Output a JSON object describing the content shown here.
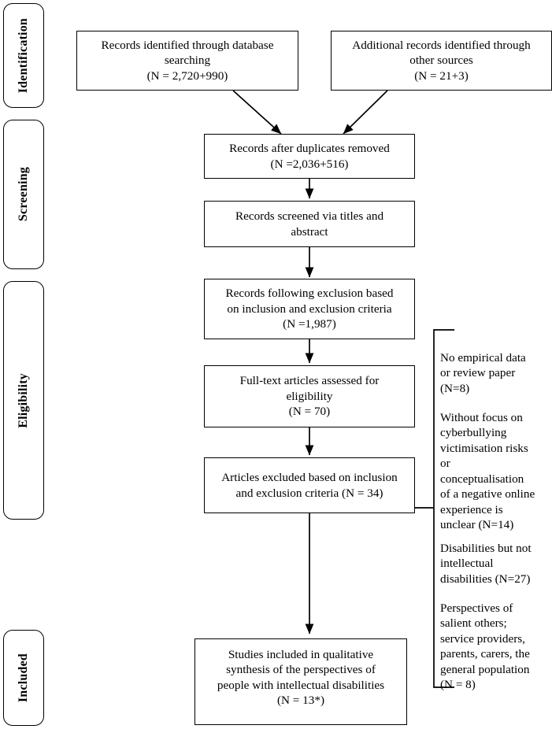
{
  "diagram": {
    "title": "PRISMA flow diagram",
    "type": "flowchart",
    "stroke_color": "#000000",
    "background_color": "#ffffff"
  },
  "stages": [
    {
      "id": "identification",
      "label": "Identification"
    },
    {
      "id": "screening",
      "label": "Screening"
    },
    {
      "id": "eligibility",
      "label": "Eligibility"
    },
    {
      "id": "included",
      "label": "Included"
    }
  ],
  "nodes": {
    "records_database": {
      "text": "Records identified through database\nsearching\n(N = 2,720+990)",
      "count_label": "(N = 2,720+990)"
    },
    "records_other": {
      "text": "Additional records identified through\nother sources\n(N = 21+3)",
      "count_label": "(N = 21+3)"
    },
    "duplicates_removed": {
      "text": "Records after duplicates removed\n(N =2,036+516)",
      "count_label": "(N =2,036+516)"
    },
    "records_screened": {
      "text": "Records screened via titles and\nabstract",
      "count_label": ""
    },
    "records_following_exclusion": {
      "text": "Records following exclusion based\non inclusion and exclusion criteria\n(N =1,987)",
      "count_label": "(N =1,987)"
    },
    "fulltext_assessed": {
      "text": "Full-text articles assessed for\neligibility\n(N = 70)",
      "count_label": "(N = 70)"
    },
    "articles_excluded": {
      "text": "Articles excluded based on inclusion\nand exclusion criteria (N = 34)",
      "count_label": "(N = 34)"
    },
    "studies_included": {
      "text": "Studies included in qualitative\nsynthesis of the perspectives of\npeople with intellectual disabilities\n(N = 13*)",
      "count_label": "(N = 13*)"
    }
  },
  "exclusion_reasons": [
    {
      "id": "reason-no-empirical-data",
      "text": "No empirical data\nor review paper\n(N=8)",
      "count": 8
    },
    {
      "id": "reason-without-focus",
      "text": "Without focus on\ncyberbullying\nvictimisation risks\nor\nconceptualisation\nof a negative online\nexperience is\nunclear  (N=14)",
      "count": 14
    },
    {
      "id": "reason-disabilities-not-intellectual",
      "text": "Disabilities but not\nintellectual\ndisabilities (N=27)",
      "count": 27
    },
    {
      "id": "reason-salient-others",
      "text": "Perspectives of\nsalient others;\nservice providers,\nparents,  carers, the\ngeneral population\n(N = 8)",
      "count": 8
    }
  ]
}
